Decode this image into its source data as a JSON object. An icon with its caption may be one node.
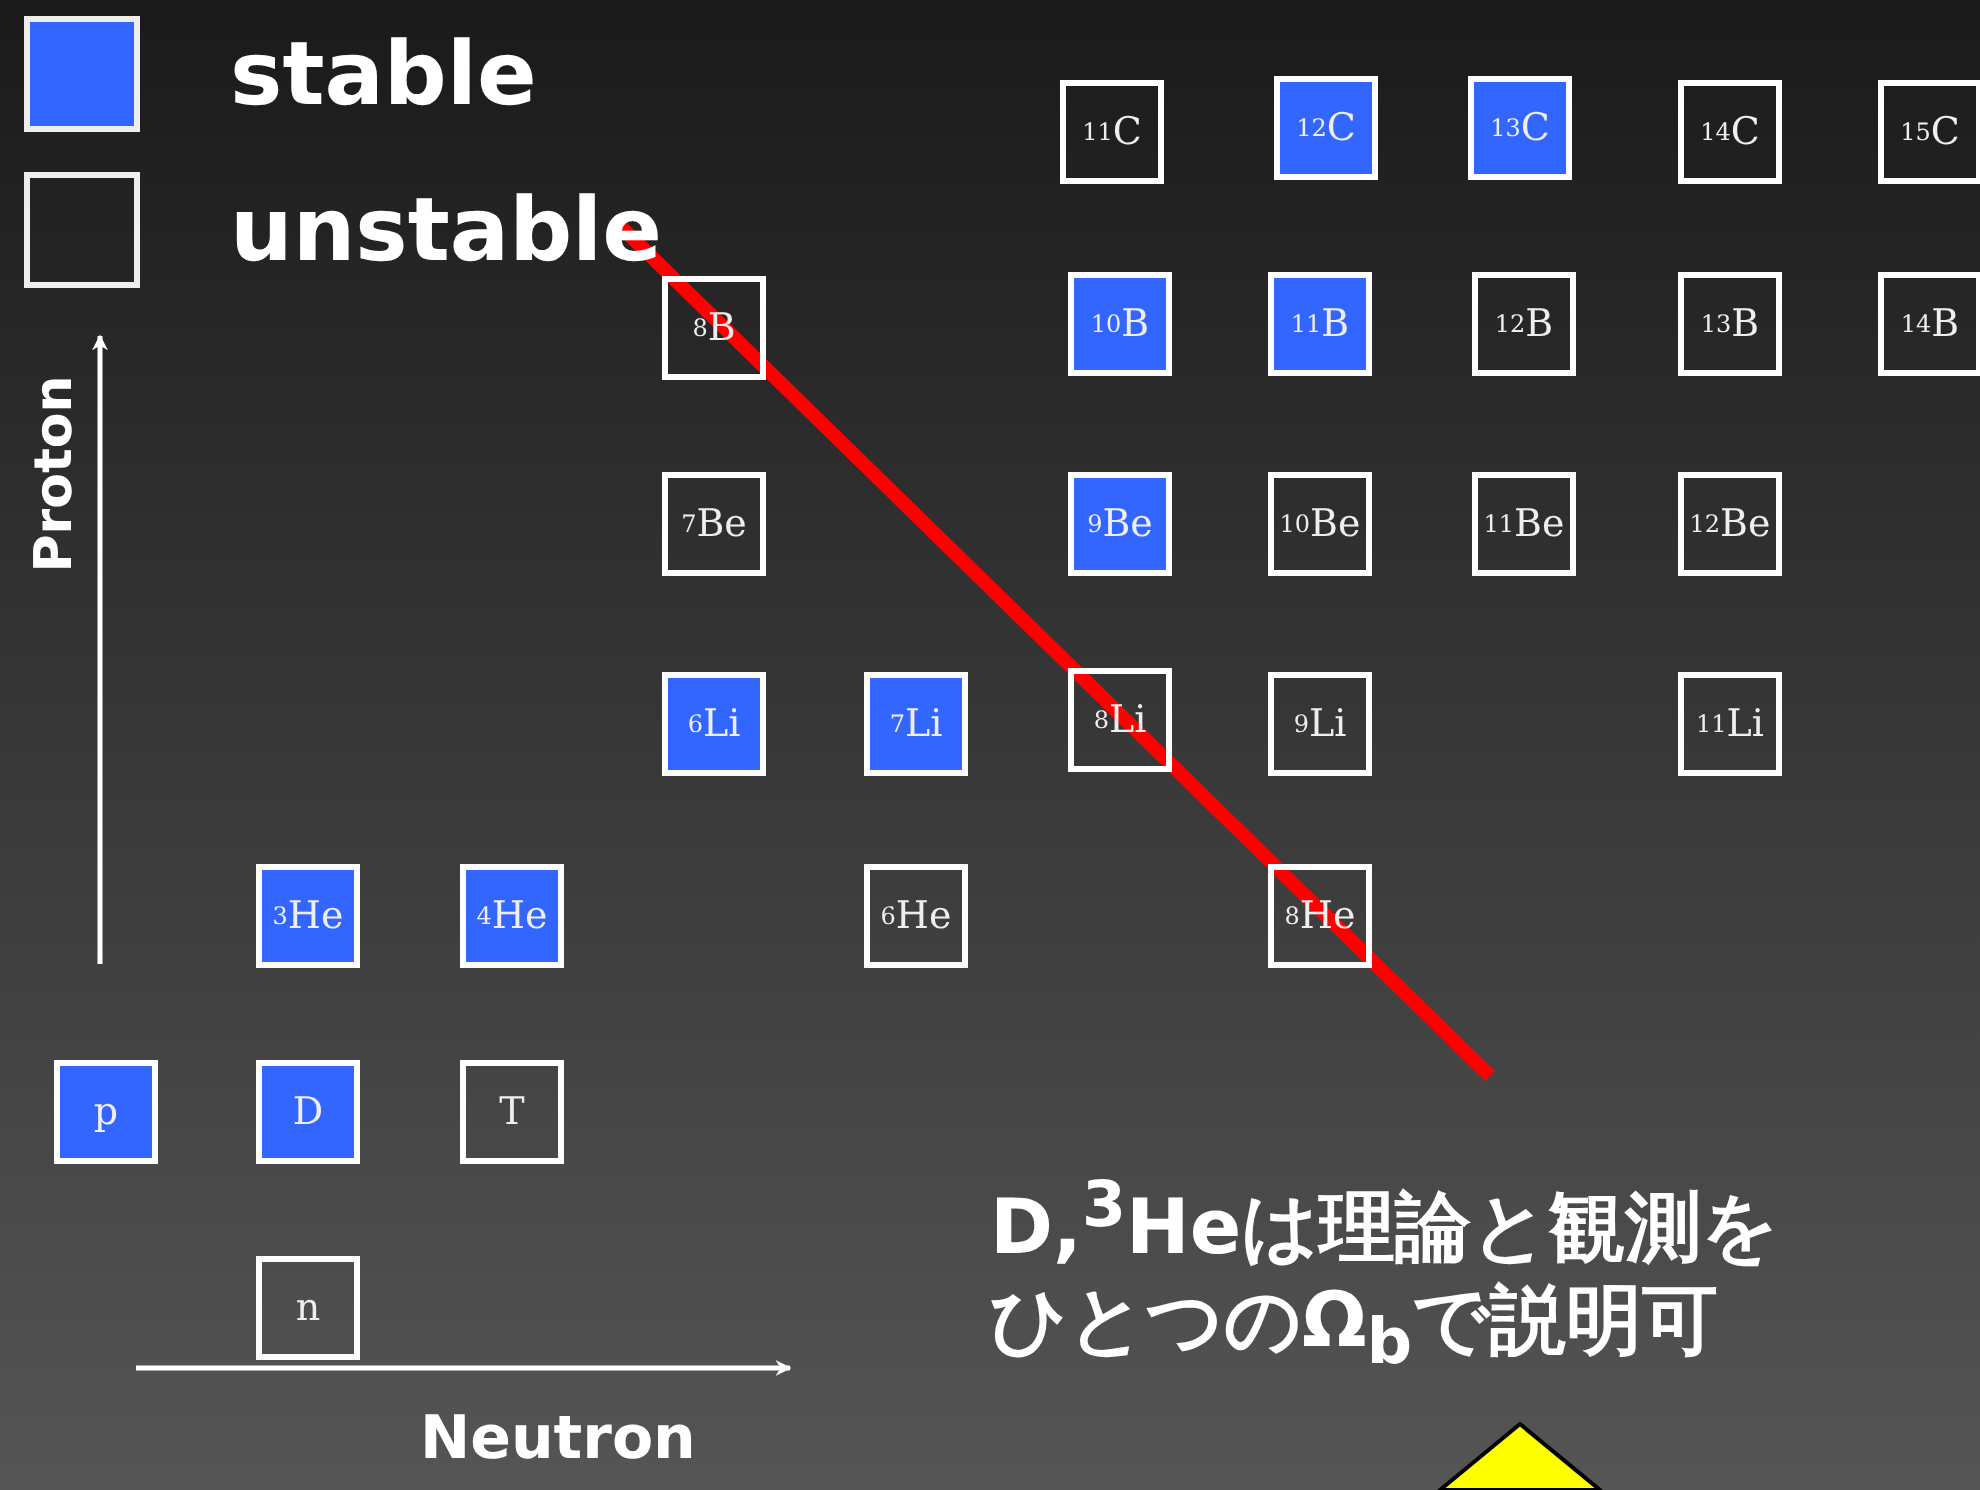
{
  "diagram": {
    "nodes": [
      {
        "text": [
          "$^{11}$C"
        ]
      },
      {
        "text": [
          "$^{12}$C"
        ]
      },
      {
        "text": [
          "$^{13}$C"
        ]
      },
      {
        "text": [
          "$^{14}$C"
        ]
      },
      {
        "text": [
          "$^{15}$C"
        ]
      },
      {
        "text": [
          "$^{8}$B"
        ]
      },
      {
        "text": [
          "$^{10}$B"
        ]
      },
      {
        "text": [
          "$^{11}$B"
        ]
      },
      {
        "text": [
          "$^{12}$B"
        ]
      },
      {
        "text": [
          "$^{13}$B"
        ]
      },
      {
        "text": [
          "$^{14}$B"
        ]
      },
      {
        "text": [
          "$^{7}$Be"
        ]
      },
      {
        "text": [
          "$^{9}$Be"
        ]
      },
      {
        "text": [
          "$^{10}$Be"
        ]
      },
      {
        "text": [
          "$^{11}$Be"
        ]
      },
      {
        "text": [
          "$^{12}$Be"
        ]
      },
      {
        "text": [
          "$^{6}$Li"
        ]
      },
      {
        "text": [
          "$^{7}$Li"
        ]
      },
      {
        "text": [
          "$^{8}$Li"
        ]
      },
      {
        "text": [
          "$^{9}$Li"
        ]
      },
      {
        "text": [
          "$^{11}$Li"
        ]
      },
      {
        "text": [
          "$^{3}$He"
        ]
      },
      {
        "text": [
          "$^{4}$He"
        ]
      },
      {
        "text": [
          "$^{6}$He"
        ]
      },
      {
        "text": [
          "$^{8}$He"
        ]
      },
      {
        "text": [
          "p"
        ]
      },
      {
        "text": [
          "D"
        ]
      },
      {
        "text": [
          "T"
        ]
      },
      {
        "text": [
          "n"
        ]
      },
      {
        "text": [],
        "shape": "triangle"
      }
    ],
    "labels": [
      "Proton",
      "Neutron",
      "D,$^{3}$Heは理論と観測をひとつのΩ$_{b}$で説明可"
    ],
    "legend": [
      {
        "text": "stable",
        "color": "#3366ff"
      },
      {
        "text": "unstable"
      }
    ]
  }
}
